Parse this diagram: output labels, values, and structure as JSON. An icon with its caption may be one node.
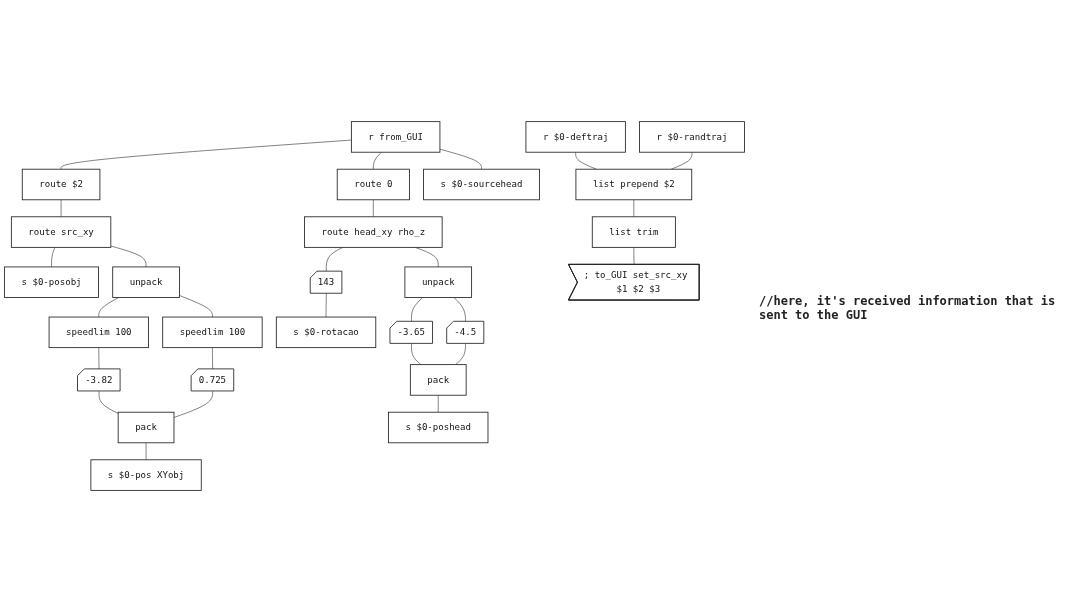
{
  "diagram": {
    "nodes": [
      {
        "text": [
          "r from_GUI"
        ]
      },
      {
        "text": [
          "route $2"
        ]
      },
      {
        "text": [
          "route src_xy"
        ]
      },
      {
        "text": [
          "s $0-posobj"
        ]
      },
      {
        "text": [
          "unpack"
        ]
      },
      {
        "text": [
          "speedlim 100"
        ]
      },
      {
        "text": [
          "speedlim 100"
        ]
      },
      {
        "text": [
          "-3.82"
        ]
      },
      {
        "text": [
          "0.725"
        ]
      },
      {
        "text": [
          "pack"
        ]
      },
      {
        "text": [
          "s $0-pos XYobj"
        ]
      },
      {
        "text": [
          "route 0"
        ]
      },
      {
        "text": [
          "route head_xy rho_z"
        ]
      },
      {
        "text": [
          "unpack"
        ]
      },
      {
        "text": [
          "143"
        ]
      },
      {
        "text": [
          "s $0-rotacao"
        ]
      },
      {
        "text": [
          "-3.65"
        ]
      },
      {
        "text": [
          "-4.5"
        ]
      },
      {
        "text": [
          "pack"
        ]
      },
      {
        "text": [
          "s $0-poshead"
        ]
      },
      {
        "text": [
          "s $0-sourcehead"
        ]
      },
      {
        "text": [
          "r $0-deftraj"
        ]
      },
      {
        "text": [
          "r $0-randtraj"
        ]
      },
      {
        "text": [
          "list prepend $2"
        ]
      },
      {
        "text": [
          "list trim"
        ]
      },
      {
        "text": [
          "; to_GUI set_src_xy $1 $2 $3"
        ]
      }
    ],
    "edges": [
      {
        "from": 0,
        "to": 1,
        "arrow": "none"
      },
      {
        "from": 0,
        "to": 11,
        "arrow": "none"
      },
      {
        "from": 0,
        "to": 20,
        "arrow": "none"
      },
      {
        "from": 1,
        "to": 2,
        "arrow": "none"
      },
      {
        "from": 2,
        "to": 3,
        "arrow": "none"
      },
      {
        "from": 2,
        "to": 4,
        "arrow": "none"
      },
      {
        "from": 4,
        "to": 5,
        "arrow": "none"
      },
      {
        "from": 4,
        "to": 6,
        "arrow": "none"
      },
      {
        "from": 5,
        "to": 7,
        "arrow": "none"
      },
      {
        "from": 6,
        "to": 8,
        "arrow": "none"
      },
      {
        "from": 7,
        "to": 9,
        "arrow": "none"
      },
      {
        "from": 8,
        "to": 9,
        "arrow": "none"
      },
      {
        "from": 9,
        "to": 10,
        "arrow": "none"
      },
      {
        "from": 11,
        "to": 12,
        "arrow": "none"
      },
      {
        "from": 12,
        "to": 13,
        "arrow": "none"
      },
      {
        "from": 12,
        "to": 14,
        "arrow": "none"
      },
      {
        "from": 14,
        "to": 15,
        "arrow": "none"
      },
      {
        "from": 13,
        "to": 16,
        "arrow": "none"
      },
      {
        "from": 13,
        "to": 17,
        "arrow": "none"
      },
      {
        "from": 16,
        "to": 18,
        "arrow": "none"
      },
      {
        "from": 17,
        "to": 18,
        "arrow": "none"
      },
      {
        "from": 18,
        "to": 19,
        "arrow": "none"
      },
      {
        "from": 21,
        "to": 23,
        "arrow": "none"
      },
      {
        "from": 22,
        "to": 23,
        "arrow": "none"
      },
      {
        "from": 23,
        "to": 24,
        "arrow": "none"
      },
      {
        "from": 24,
        "to": 25,
        "arrow": "none"
      }
    ],
    "labels": [
      "//here, it's received information that is sent to the GUI"
    ]
  }
}
